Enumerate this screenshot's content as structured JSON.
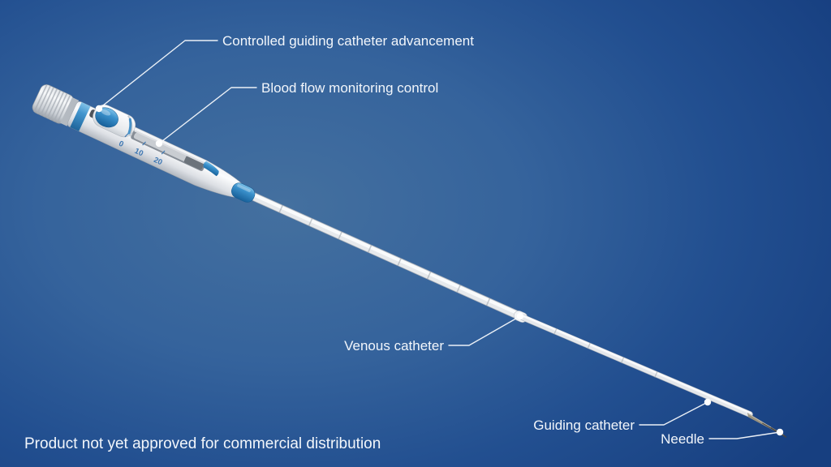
{
  "annotations": [
    {
      "label": "Controlled guiding catheter advancement"
    },
    {
      "label": "Blood flow monitoring control"
    },
    {
      "label": "Venous catheter"
    },
    {
      "label": "Guiding catheter"
    },
    {
      "label": "Needle"
    }
  ],
  "device": {
    "scale_markings": [
      "0",
      "10",
      "20"
    ]
  },
  "disclaimer": "Product not yet approved for commercial distribution",
  "colors": {
    "background_center": "#44709f",
    "background_edge": "#173f80",
    "accent_blue": "#2e84c2",
    "label_text": "#f2f6fb",
    "scale_text": "#3f78b3"
  }
}
